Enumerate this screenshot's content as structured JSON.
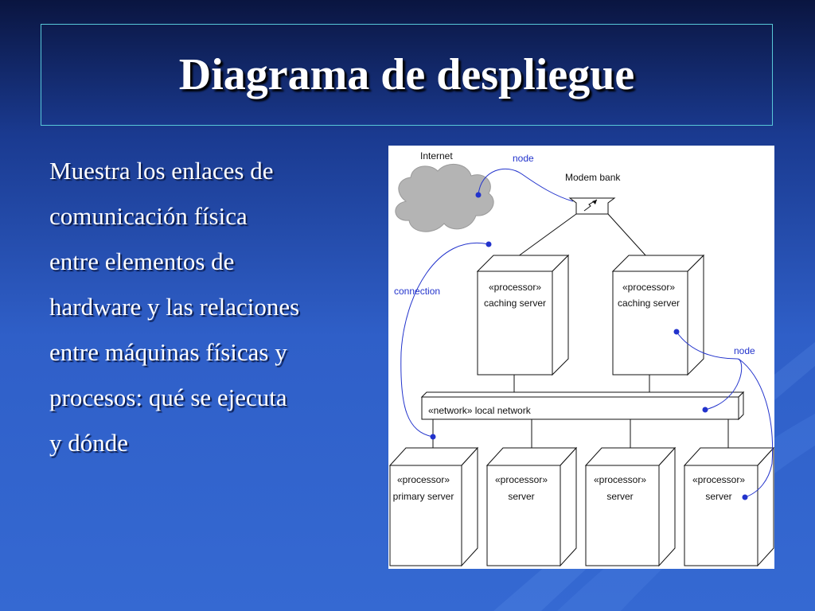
{
  "slide": {
    "title": "Diagrama de despliegue",
    "body_lines": [
      "Muestra los enlaces de",
      "comunicación física",
      "entre elementos de",
      "hardware y las relaciones",
      "entre máquinas físicas y",
      "procesos: qué se ejecuta",
      "y dónde"
    ]
  },
  "diagram": {
    "internet_label": "Internet",
    "modem_label": "Modem bank",
    "node_label_top": "node",
    "node_label_right": "node",
    "connection_label": "connection",
    "network_label": "«network» local network",
    "caching_servers": [
      {
        "stereotype": "«processor»",
        "name": "caching server"
      },
      {
        "stereotype": "«processor»",
        "name": "caching server"
      }
    ],
    "servers": [
      {
        "stereotype": "«processor»",
        "name": "primary server"
      },
      {
        "stereotype": "«processor»",
        "name": "server"
      },
      {
        "stereotype": "«processor»",
        "name": "server"
      },
      {
        "stereotype": "«processor»",
        "name": "server"
      }
    ],
    "colors": {
      "annotation": "#2233cc",
      "outline": "#111111",
      "cloud": "#b4b4b4"
    }
  }
}
